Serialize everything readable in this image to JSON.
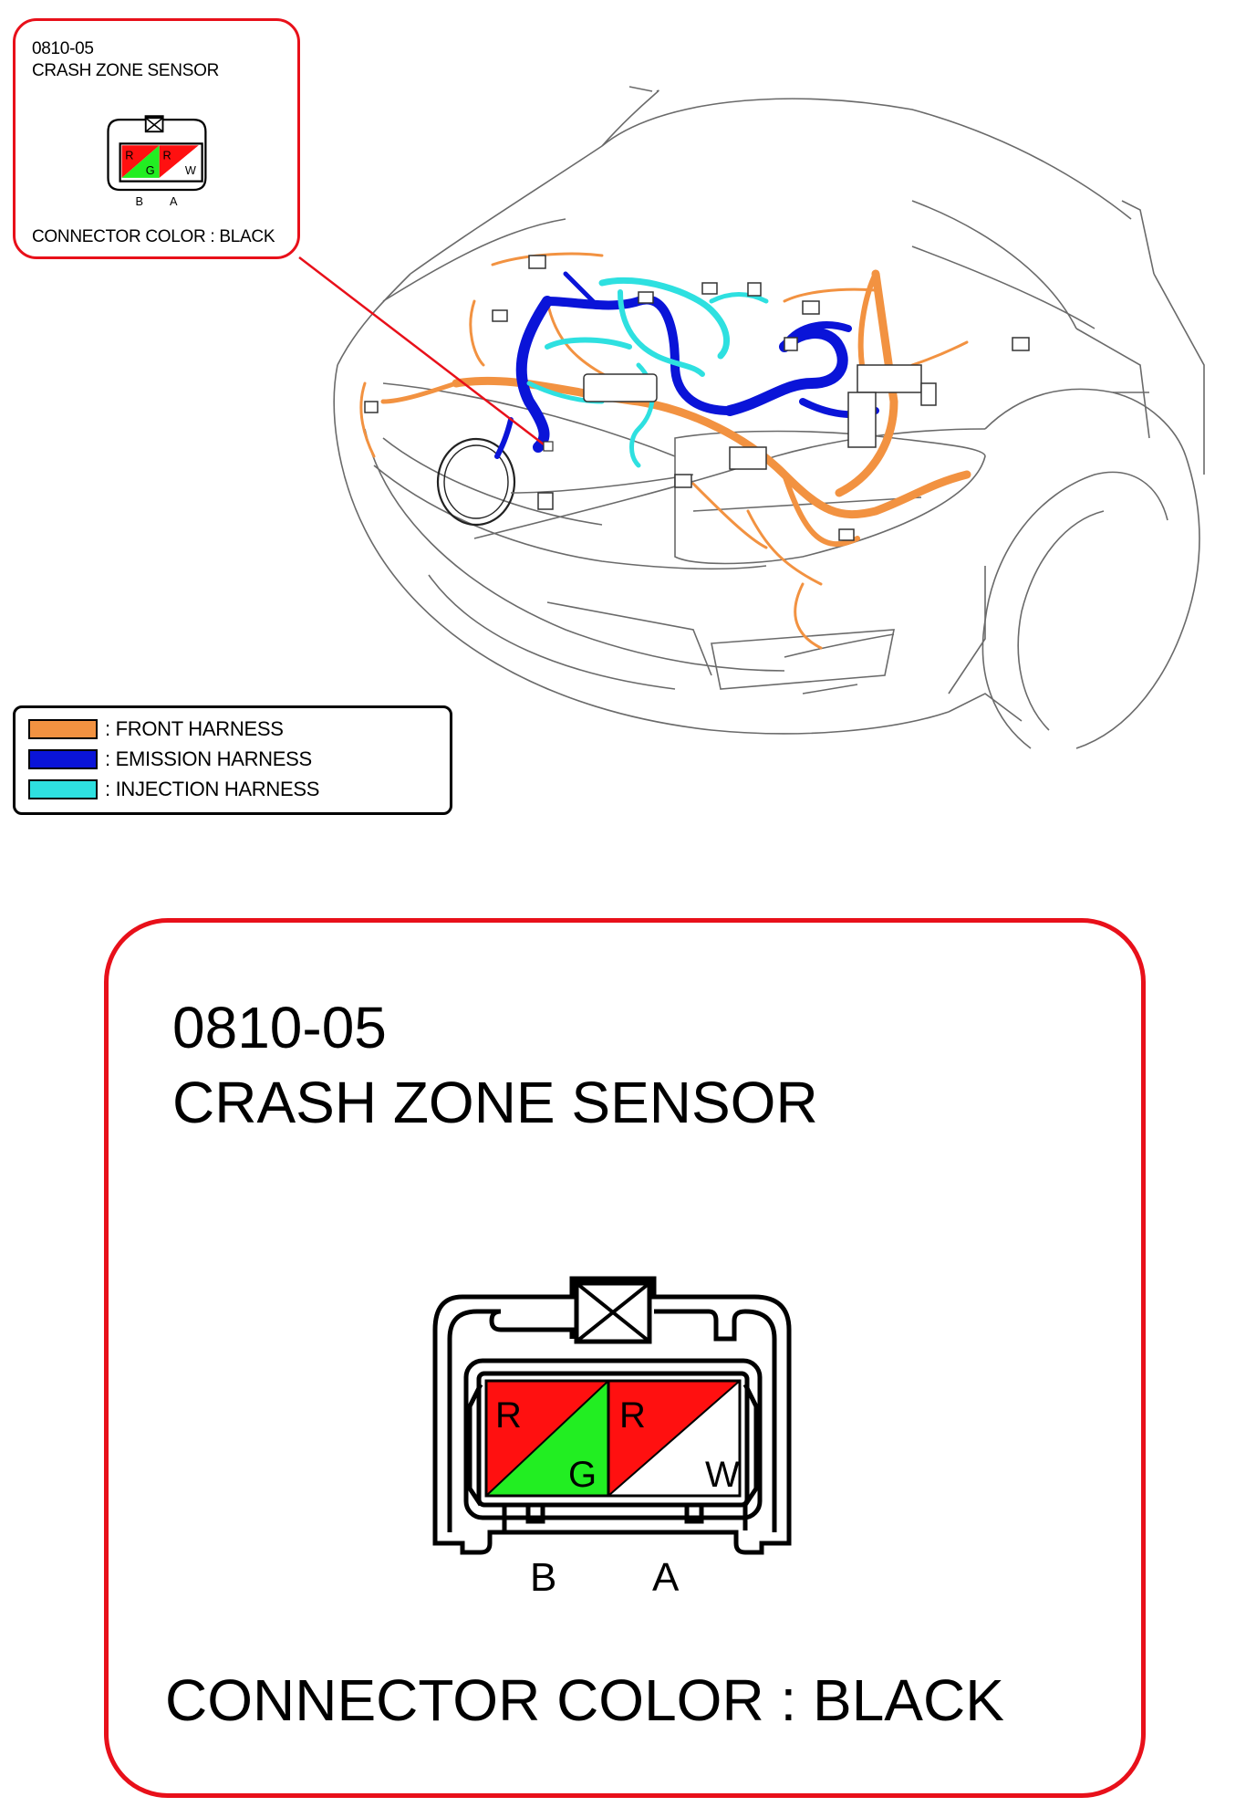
{
  "connector": {
    "code": "0810-05",
    "name": "CRASH ZONE SENSOR",
    "color_caption": "CONNECTOR COLOR : BLACK",
    "pins": [
      {
        "id": "B",
        "wire_main": "R",
        "wire_stripe": "G"
      },
      {
        "id": "A",
        "wire_main": "R",
        "wire_stripe": "W"
      }
    ]
  },
  "legend": [
    {
      "label": ": FRONT HARNESS",
      "color": "#f29241"
    },
    {
      "label": ": EMISSION HARNESS",
      "color": "#0a14d8"
    },
    {
      "label": ": INJECTION HARNESS",
      "color": "#2ee0e0"
    }
  ],
  "colors": {
    "frame_red": "#e8101a",
    "wire_red": "#ff1010",
    "wire_green": "#22ee22",
    "wire_white": "#ffffff"
  }
}
